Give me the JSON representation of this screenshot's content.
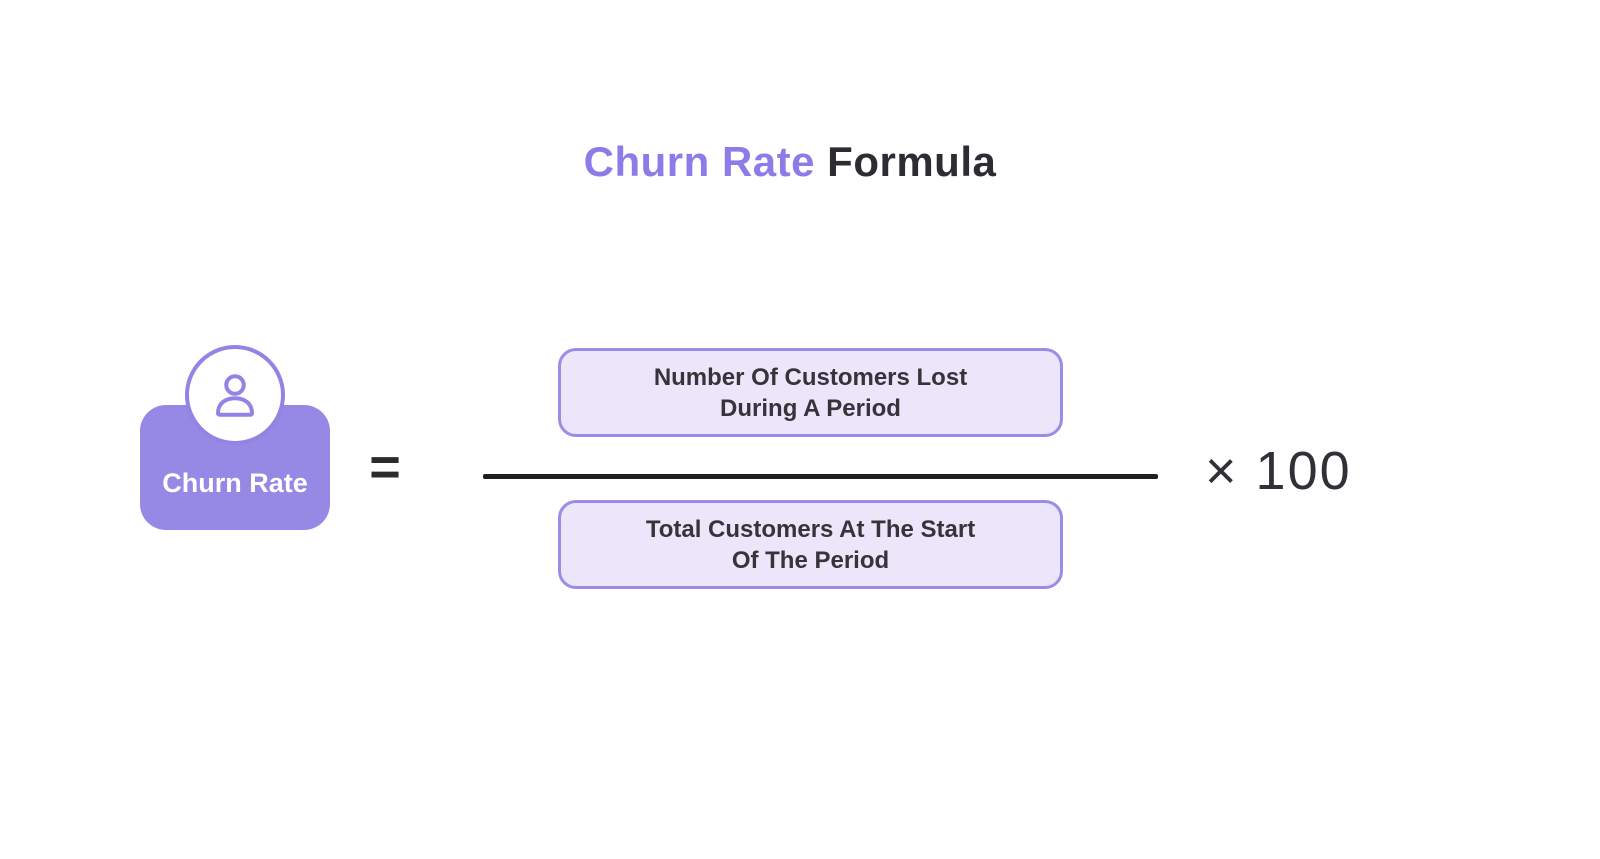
{
  "title": {
    "accent_part": "Churn Rate",
    "rest_part": "Formula"
  },
  "formula": {
    "label_card": {
      "label": "Churn Rate",
      "icon": "person-icon"
    },
    "equals_sign": "=",
    "numerator": {
      "line1": "Number Of Customers Lost",
      "line2": "During A Period"
    },
    "denominator": {
      "line1": "Total Customers At The Start",
      "line2": "Of The Period"
    },
    "multiplier": "× 100"
  },
  "colors": {
    "accent_purple": "#8C7CE8",
    "card_purple": "#9688E5",
    "circle_border_purple": "#9184E4",
    "box_fill_lavender": "#ECE6FB",
    "box_border_purple": "#9D8CE6",
    "text_dark": "#36333B",
    "fraction_line_dark": "#1F1F1F",
    "background": "#FFFFFF"
  }
}
